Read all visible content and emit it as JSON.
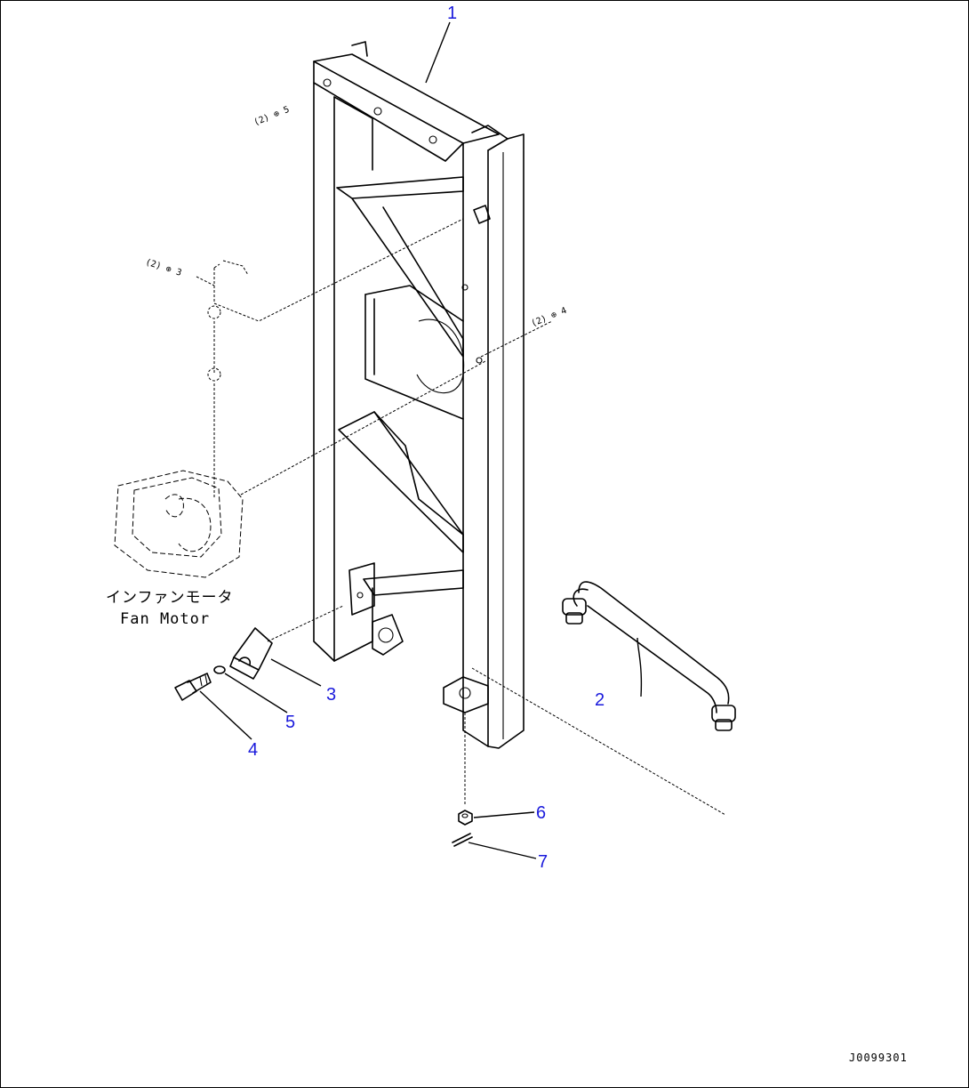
{
  "diagram": {
    "callouts": [
      "1",
      "2",
      "3",
      "4",
      "5",
      "6",
      "7"
    ],
    "component_label_jp": "インファンモータ",
    "component_label_en": "Fan Motor",
    "reference_notes": [
      "(2) ⊕ 5",
      "(2) ⊕ 3",
      "(2) ⊕ 4"
    ],
    "drawing_code": "J0099301"
  }
}
